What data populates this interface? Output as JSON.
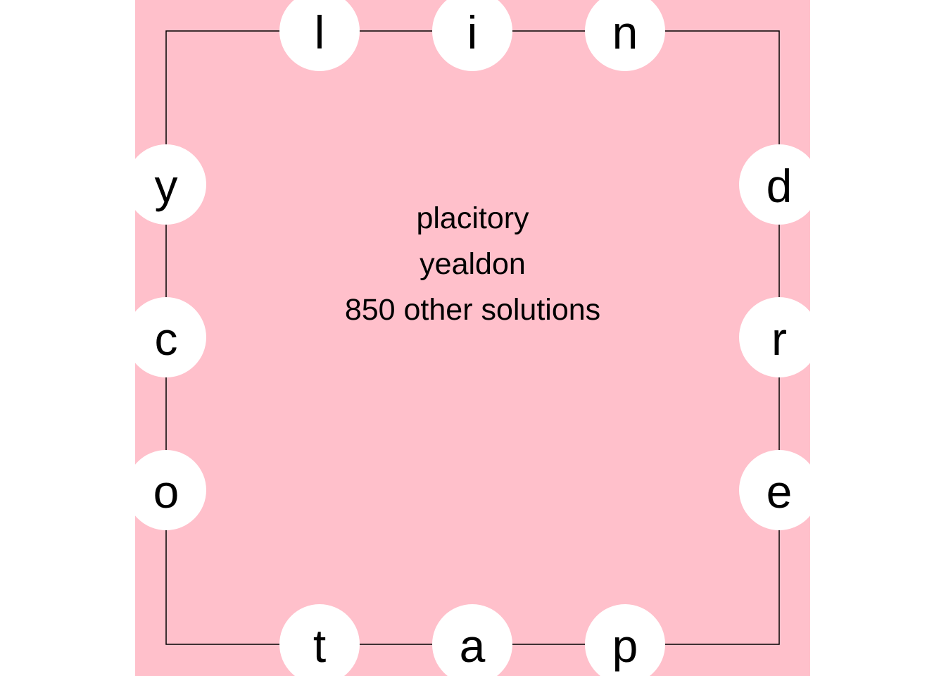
{
  "colors": {
    "board_background": "#ffc0cb",
    "letter_circle": "#ffffff",
    "frame_line": "#000000",
    "text": "#000000"
  },
  "puzzle": {
    "sides": {
      "top": [
        "l",
        "i",
        "n"
      ],
      "right": [
        "d",
        "r",
        "e"
      ],
      "bottom": [
        "t",
        "a",
        "p"
      ],
      "left": [
        "y",
        "c",
        "o"
      ]
    }
  },
  "solutions": {
    "words": [
      "placitory",
      "yealdon"
    ],
    "other_count_text": "850 other solutions"
  }
}
